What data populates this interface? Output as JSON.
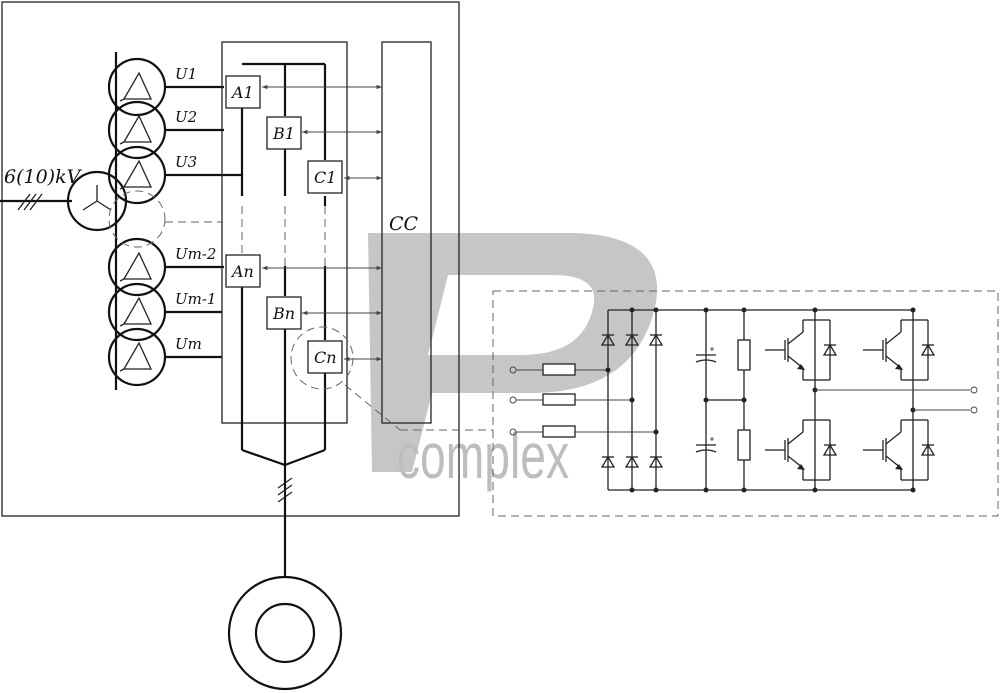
{
  "supply": {
    "voltage_label": "6(10)kV"
  },
  "secondaries": [
    {
      "label": "U1"
    },
    {
      "label": "U2"
    },
    {
      "label": "U3"
    },
    {
      "label": "Um-2"
    },
    {
      "label": "Um-1"
    },
    {
      "label": "Um"
    }
  ],
  "cells": [
    {
      "label": "A1"
    },
    {
      "label": "B1"
    },
    {
      "label": "C1"
    },
    {
      "label": "An"
    },
    {
      "label": "Bn"
    },
    {
      "label": "Cn"
    }
  ],
  "control": {
    "label": "CC"
  },
  "watermark": {
    "letter": "P",
    "word": "complex"
  }
}
